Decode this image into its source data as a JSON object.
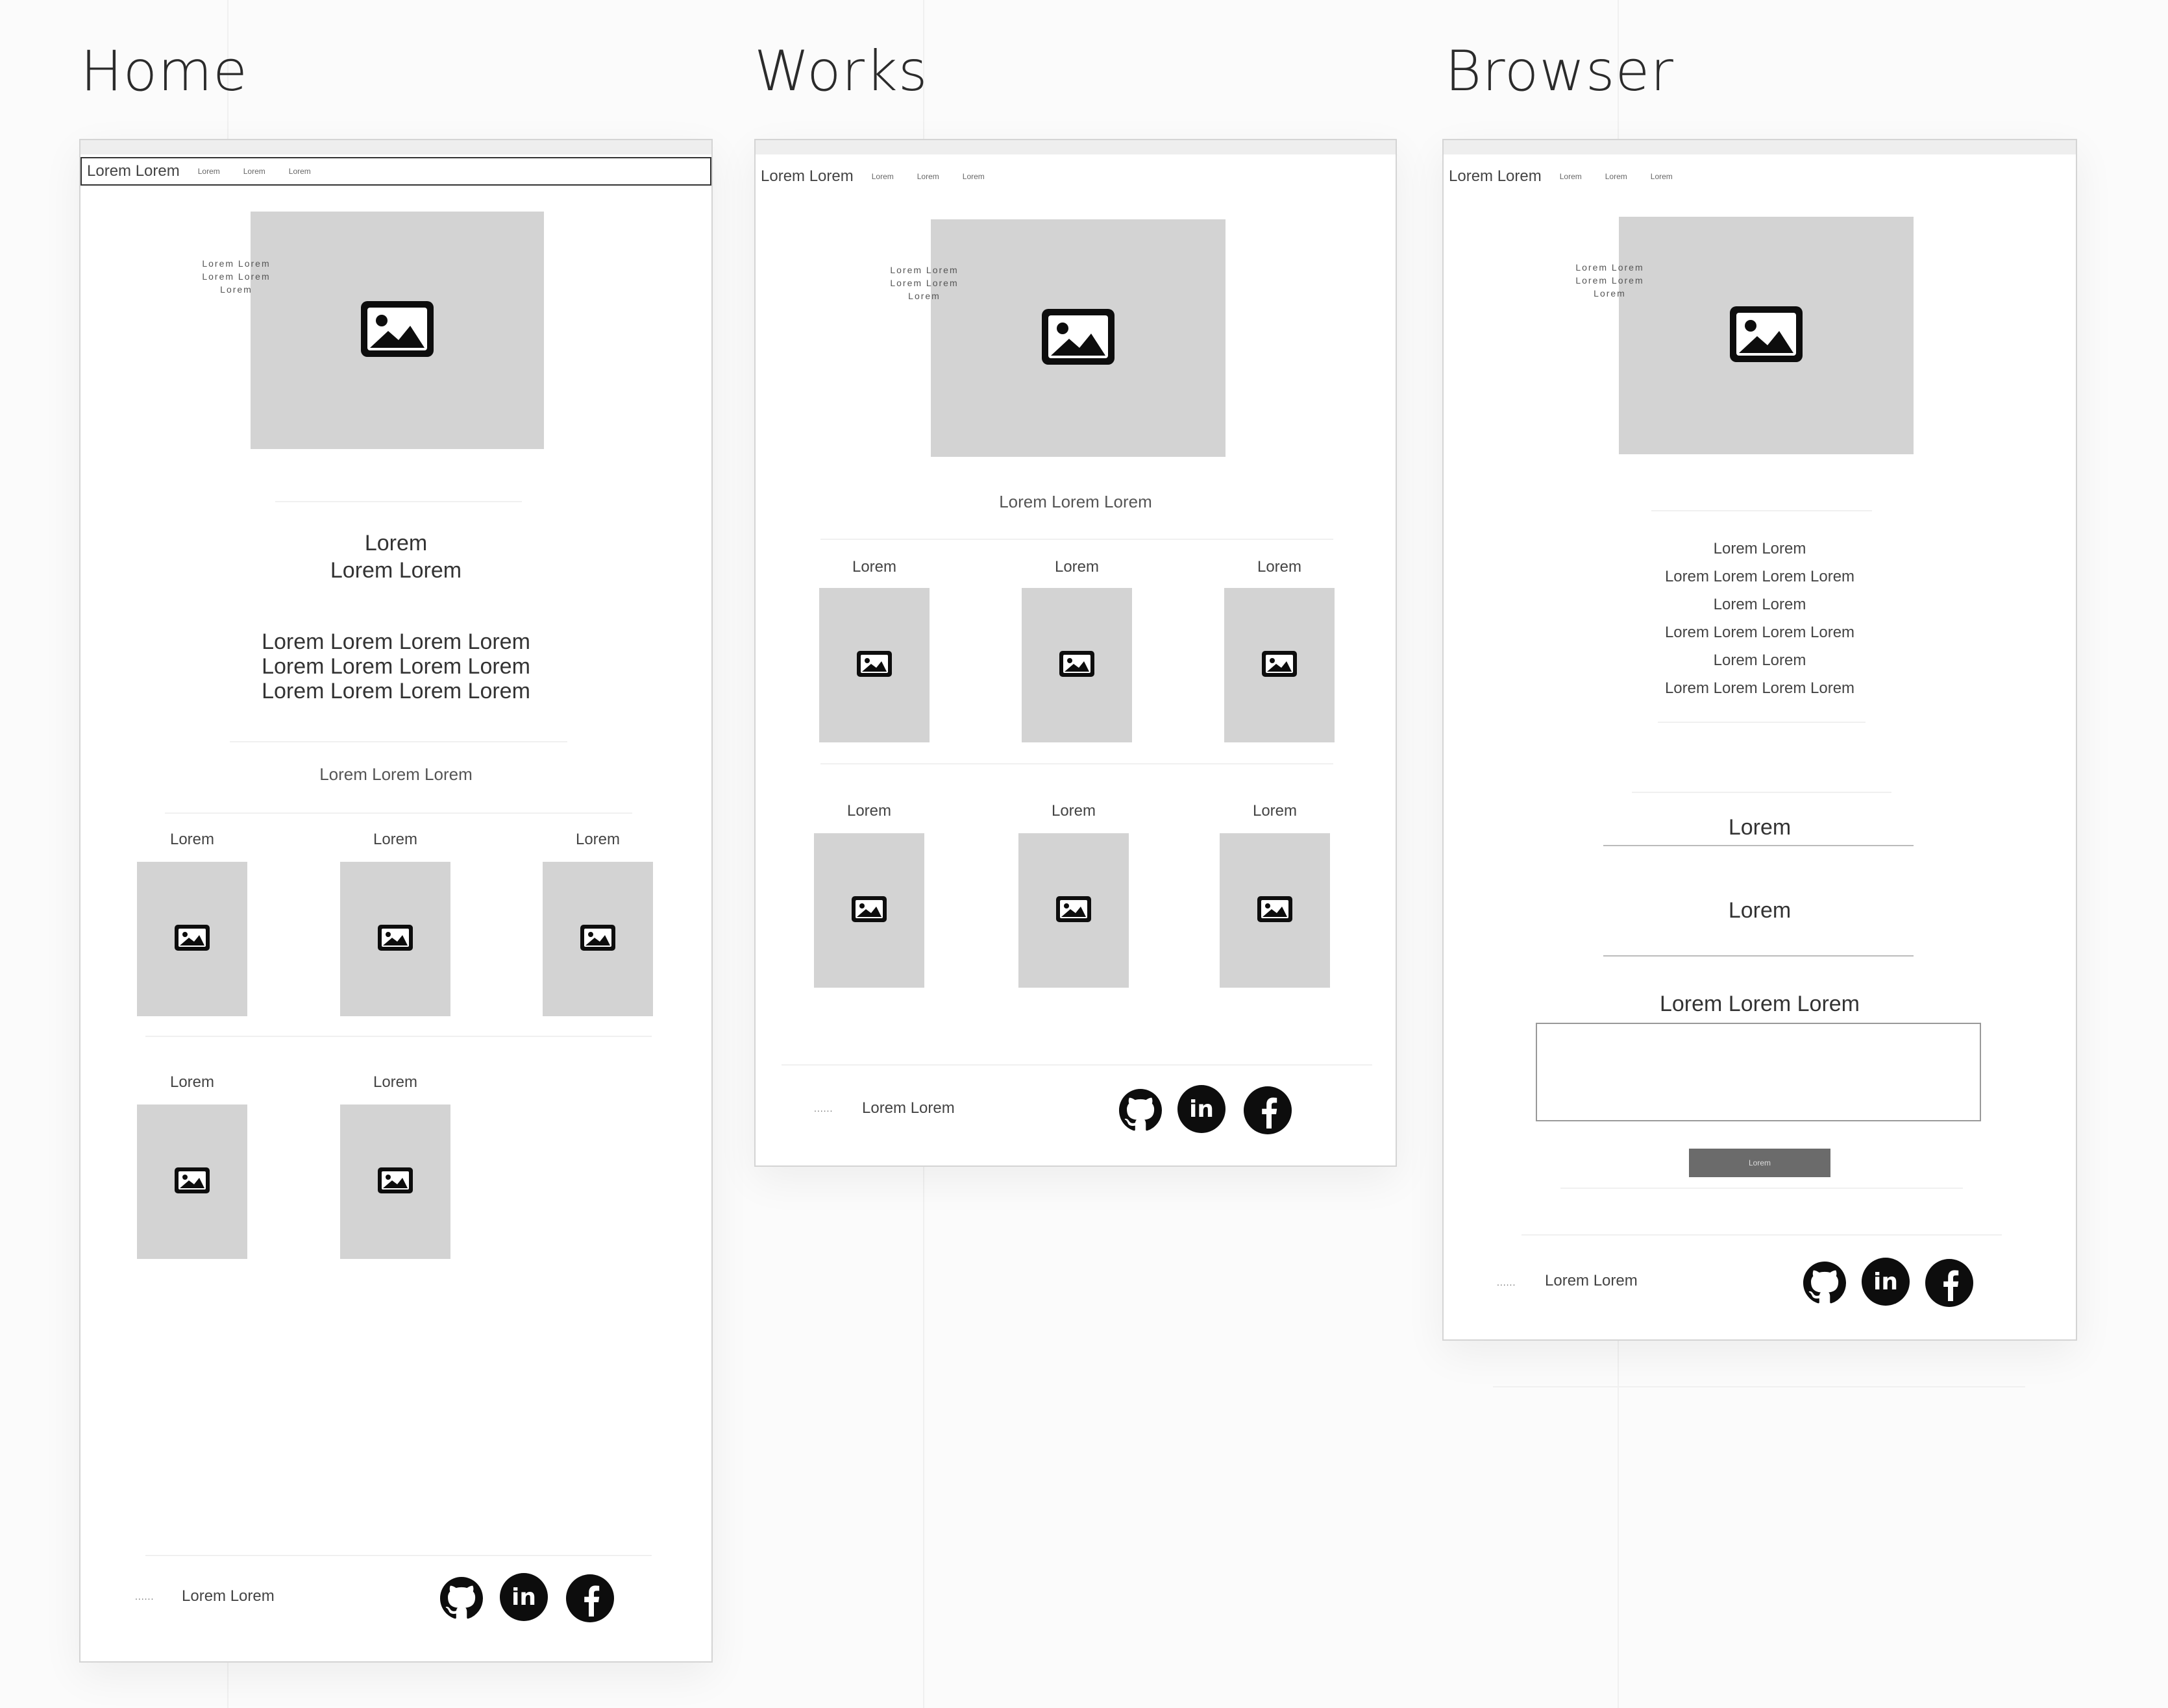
{
  "titles": {
    "home": "Home",
    "works": "Works",
    "browser": "Browser"
  },
  "nav": {
    "brand": "Lorem Lorem",
    "links": [
      "Lorem",
      "Lorem",
      "Lorem"
    ]
  },
  "hero_caption": [
    "Lorem Lorem",
    "Lorem Lorem",
    "Lorem"
  ],
  "home": {
    "heading_line1": "Lorem",
    "heading_line2": "Lorem Lorem",
    "paragraph": [
      "Lorem Lorem Lorem Lorem",
      "Lorem Lorem Lorem Lorem",
      "Lorem Lorem Lorem Lorem"
    ],
    "section_title": "Lorem Lorem Lorem",
    "thumb_labels": [
      "Lorem",
      "Lorem",
      "Lorem",
      "Lorem",
      "Lorem"
    ]
  },
  "works": {
    "section_title": "Lorem Lorem Lorem",
    "thumb_labels": [
      "Lorem",
      "Lorem",
      "Lorem",
      "Lorem",
      "Lorem",
      "Lorem"
    ]
  },
  "browser": {
    "text_lines": [
      "Lorem Lorem",
      "Lorem Lorem Lorem Lorem",
      "Lorem Lorem",
      "Lorem Lorem Lorem Lorem",
      "Lorem Lorem",
      "Lorem Lorem Lorem Lorem"
    ],
    "field1_label": "Lorem",
    "field2_label": "Lorem",
    "textarea_label": "Lorem Lorem Lorem",
    "button_label": "Lorem"
  },
  "footer": {
    "dash": "......",
    "text": "Lorem Lorem",
    "icons": [
      "github-icon",
      "linkedin-icon",
      "facebook-icon"
    ],
    "linkedin_text": "in"
  },
  "colors": {
    "placeholder": "#d3d3d3",
    "icon": "#0d0d0d",
    "button": "#6b6b6b"
  }
}
